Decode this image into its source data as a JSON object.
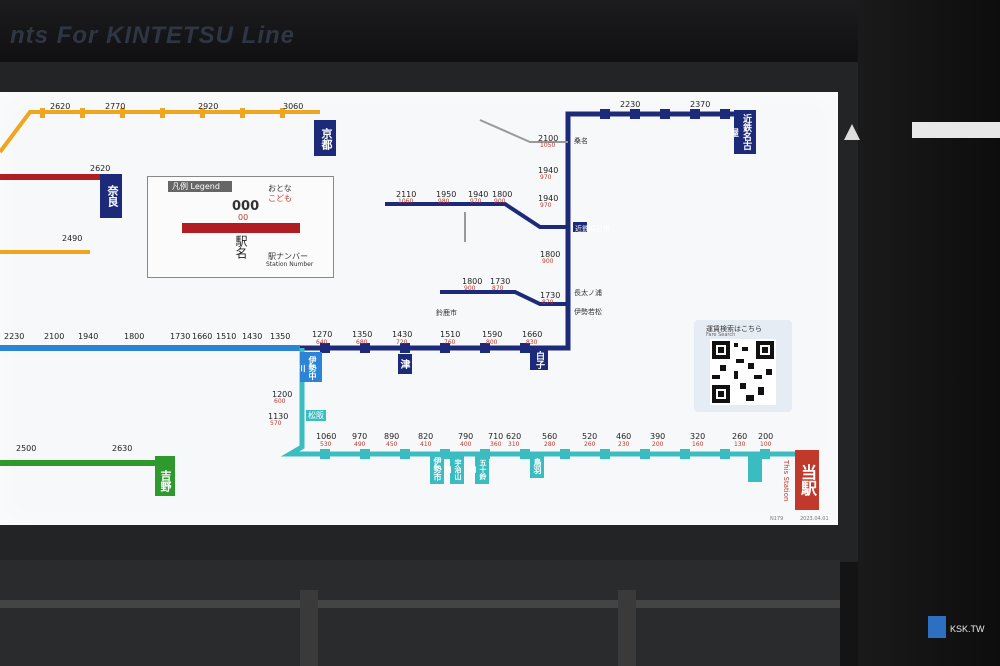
{
  "header_sign": "nts For KINTETSU Line",
  "legend": {
    "title": "凡例 Legend",
    "fare_adult_label": "おとな",
    "fare_child_label": "こども",
    "sample_fare": "000",
    "sample_child_fare": "00",
    "station_number_label": "駅ナンバー",
    "station_number_en": "Station Number",
    "station_name_label": "駅名"
  },
  "destinations": {
    "kyoto": "京都",
    "nara": "奈良",
    "nagoya": "近鉄名古屋",
    "nagoya_en": "Nagoya",
    "yoshino": "吉野",
    "current": "当駅",
    "current_en": "This Station"
  },
  "kyoto_fares": [
    "2620",
    "2770",
    "2920",
    "3060"
  ],
  "nara_fares": [
    "2620"
  ],
  "nagoya_branch_fares": [
    "2230",
    "2370"
  ],
  "nagoya_main_fares": [
    "2100",
    "1940",
    "1940",
    "1800",
    "1730"
  ],
  "nagoya_child": [
    "1050",
    "970",
    "970",
    "900",
    "870"
  ],
  "branch_fares": [
    "2110",
    "1950",
    "1940",
    "1800"
  ],
  "branch_child": [
    "1060",
    "980",
    "970",
    "900"
  ],
  "upper_fares": [
    "1800",
    "1730"
  ],
  "upper_child": [
    "900",
    "870"
  ],
  "osaka_fares": [
    "2230",
    "2100",
    "1940",
    "1800",
    "1730",
    "1660",
    "1510",
    "1430",
    "1350",
    "1270",
    "1350",
    "1430",
    "1510",
    "1590",
    "1660"
  ],
  "osaka_child": [
    "640",
    "680",
    "720",
    "760",
    "800",
    "830"
  ],
  "toba_fares": [
    "1200",
    "1130"
  ],
  "toba_child": [
    "600",
    "570"
  ],
  "bottom_fares": [
    "1060",
    "970",
    "890",
    "820",
    "790",
    "710",
    "620",
    "560",
    "520",
    "460",
    "390",
    "320",
    "260",
    "200"
  ],
  "bottom_child": [
    "530",
    "490",
    "450",
    "410",
    "400",
    "360",
    "310",
    "280",
    "260",
    "230",
    "200",
    "160",
    "130",
    "100"
  ],
  "yoshino_fares": [
    "2500",
    "2630"
  ],
  "mid_left_fares": [
    "2490"
  ],
  "station_names": {
    "yokkaichi": "近鉄四日市",
    "ise_wakamatsu": "伊勢若松",
    "shiroko": "白子",
    "tsu": "津",
    "matsusaka": "松阪",
    "ise_nakagawa": "伊勢中川",
    "ujiyamada": "宇治山田",
    "isuzugawa": "五十鈴川",
    "toba": "鳥羽",
    "iseshi": "伊勢市",
    "kuwana": "桑名",
    "nagaoka": "長太ノ浦",
    "suzuka": "鈴鹿市"
  },
  "qr": {
    "label": "運賃検索はこちら",
    "label_en": "Fare Search"
  },
  "footer_code": "N179",
  "footer_date": "2023.04.01",
  "watermark": "KSK.TW",
  "colors": {
    "kyoto_line": "#f0a51e",
    "nara_line": "#b01e23",
    "nagoya_line": "#1d2a7a",
    "osaka_line": "#2b84d6",
    "toba_line": "#3bbcc0",
    "yoshino_line": "#2e9a2e",
    "current": "#c0392b"
  }
}
